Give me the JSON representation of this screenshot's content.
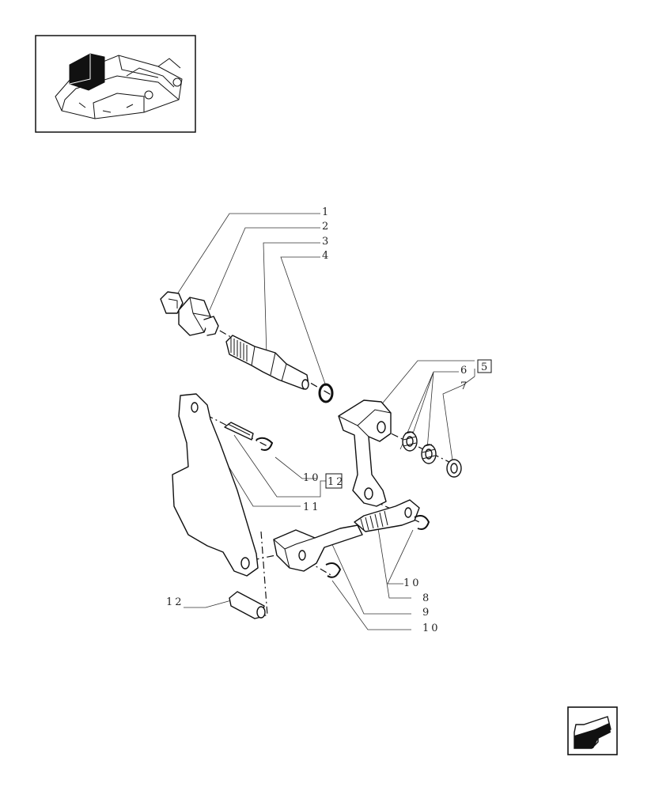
{
  "thumbnail": {
    "icon": "tractor-rear-lift-thumbnail-icon"
  },
  "nav": {
    "icon": "previous-page-arrow-icon"
  },
  "callouts": {
    "c1": "1",
    "c2": "2",
    "c3": "3",
    "c4": "4",
    "c5": "5",
    "c6": "6",
    "c7": "7",
    "c8": "8",
    "c9": "9",
    "c10a": "10",
    "c10b": "10",
    "c10c": "10",
    "c11": "11",
    "c12a": "12",
    "c12b": "12"
  }
}
